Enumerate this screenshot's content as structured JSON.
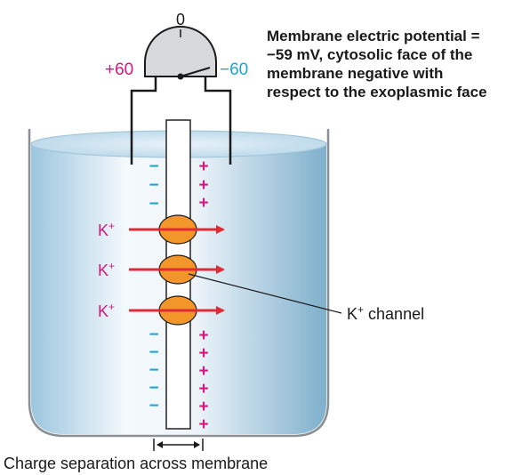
{
  "meter": {
    "zero_label": "0",
    "plus_label": "+60",
    "minus_label": "−60"
  },
  "caption_lines": [
    "Membrane electric potential =",
    "−59 mV, cytosolic face of the",
    "membrane negative with",
    "respect to the exoplasmic face"
  ],
  "ion_label": "K",
  "ion_charge": "+",
  "channel_label": "K",
  "channel_label_sup": "+",
  "channel_label_rest": " channel",
  "minus_sign": "−",
  "plus_sign": "+",
  "bottom_caption": "Charge separation across membrane",
  "colors": {
    "positive": "#d4177f",
    "negative": "#1ea5cf",
    "arrow": "#e02a36",
    "channel": "#f3962a",
    "water_dark": "#8dbcd8",
    "water_light": "#f4f9fc"
  }
}
